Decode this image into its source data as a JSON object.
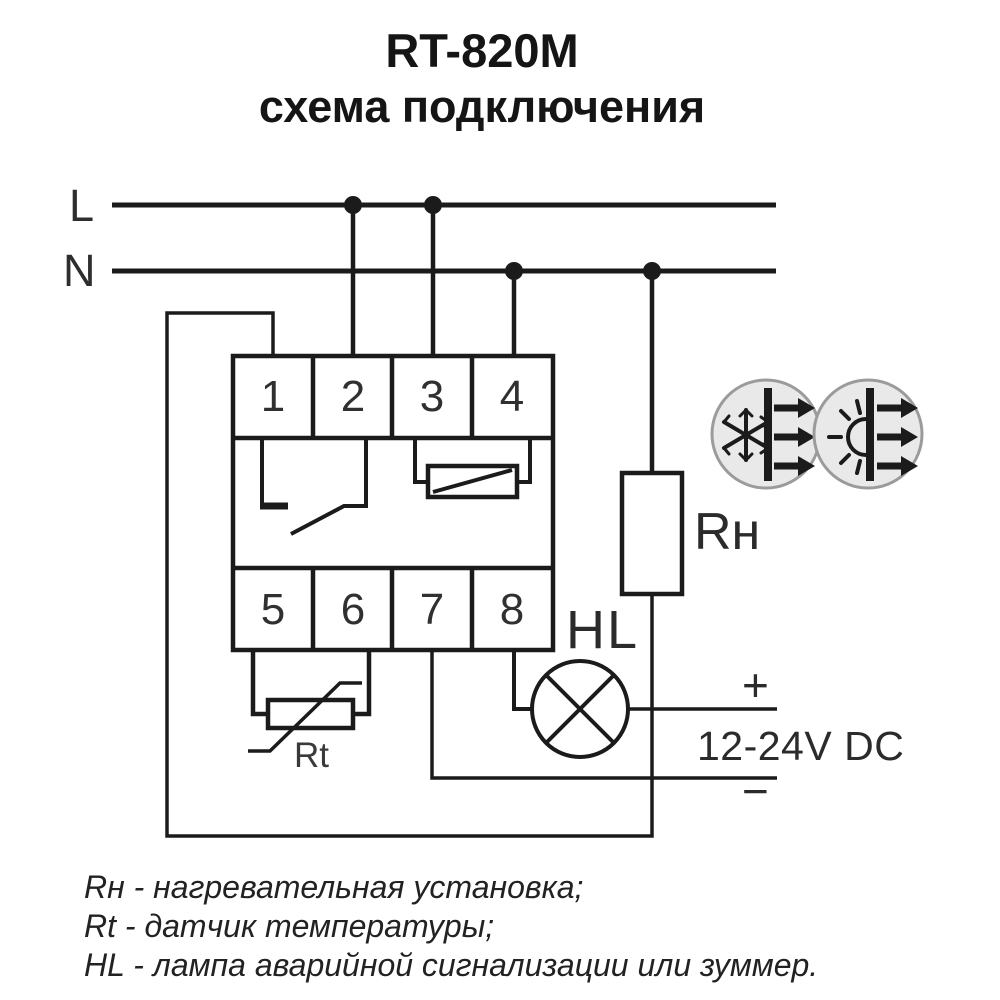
{
  "title": {
    "line1": "RT-820M",
    "line2": "схема подключения"
  },
  "bus": {
    "l_label": "L",
    "n_label": "N"
  },
  "device": {
    "top_terminals": [
      "1",
      "2",
      "3",
      "4"
    ],
    "bottom_terminals": [
      "5",
      "6",
      "7",
      "8"
    ]
  },
  "labels": {
    "heater": "Rн",
    "sensor": "Rt",
    "lamp": "HL",
    "supply_voltage": "12-24V DC",
    "supply_plus": "+",
    "supply_minus": "−"
  },
  "icons": {
    "cooling": "snowflake-heat-flow-icon",
    "heating": "sun-heat-flow-icon"
  },
  "legend": {
    "items": [
      "Rн - нагревательная установка;",
      "Rt - датчик температуры;",
      "HL - лампа аварийной сигнализации или зуммер."
    ]
  },
  "colors": {
    "line": "#1b1b1b",
    "text": "#2b2b2b",
    "icon_fill": "#e9e9e9",
    "icon_border": "#9b9b9b",
    "background": "#ffffff"
  }
}
